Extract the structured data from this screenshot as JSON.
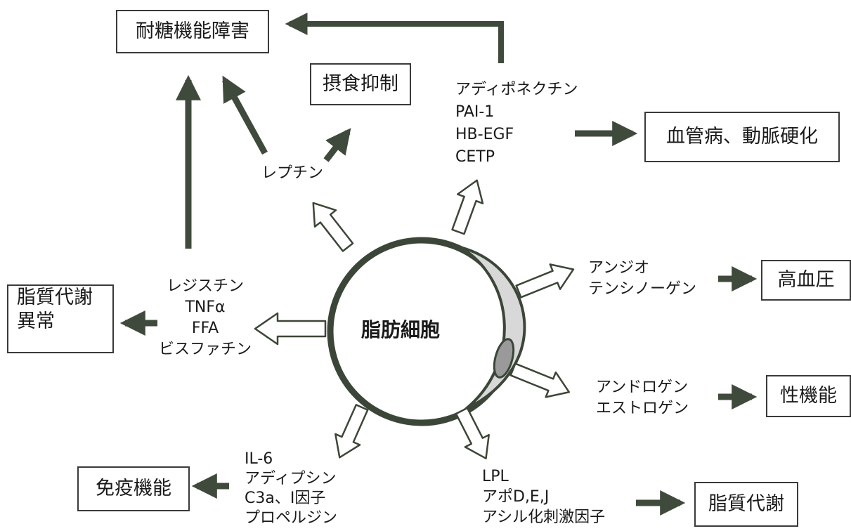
{
  "center": {
    "label": "脂肪細胞"
  },
  "outcomes": {
    "glucose_intolerance": "耐糖機能障害",
    "appetite_suppression": "摂食抑制",
    "vascular": "血管病、動脈硬化",
    "hypertension": "高血圧",
    "sexual_function": "性機能",
    "lipid_metabolism": "脂質代謝",
    "immune_function": "免疫機能",
    "dyslipidemia": [
      "脂質代謝",
      "異常"
    ]
  },
  "factors": {
    "leptin": "レプチン",
    "adiponectin_group": [
      "アディポネクチン",
      "PAI-1",
      "HB-EGF",
      "CETP"
    ],
    "angiotensinogen": [
      "アンジオ",
      "テンシノーゲン"
    ],
    "sex_hormones": [
      "アンドロゲン",
      "エストロゲン"
    ],
    "lpl_group": [
      "LPL",
      "アポD,E,J",
      "アシル化刺激因子"
    ],
    "il6_group": [
      "IL-6",
      "アディプシン",
      "C3a、I因子",
      "プロペルジン"
    ],
    "resistin_group": [
      "レジスチン",
      "TNFα",
      "FFA",
      "ビスファチン"
    ]
  },
  "colors": {
    "arrow_dark": "#3f4a3c",
    "cell_outline": "#3c4638",
    "cell_fill_gray": "#d8d8d8",
    "nucleus": "#9a9a9a"
  }
}
